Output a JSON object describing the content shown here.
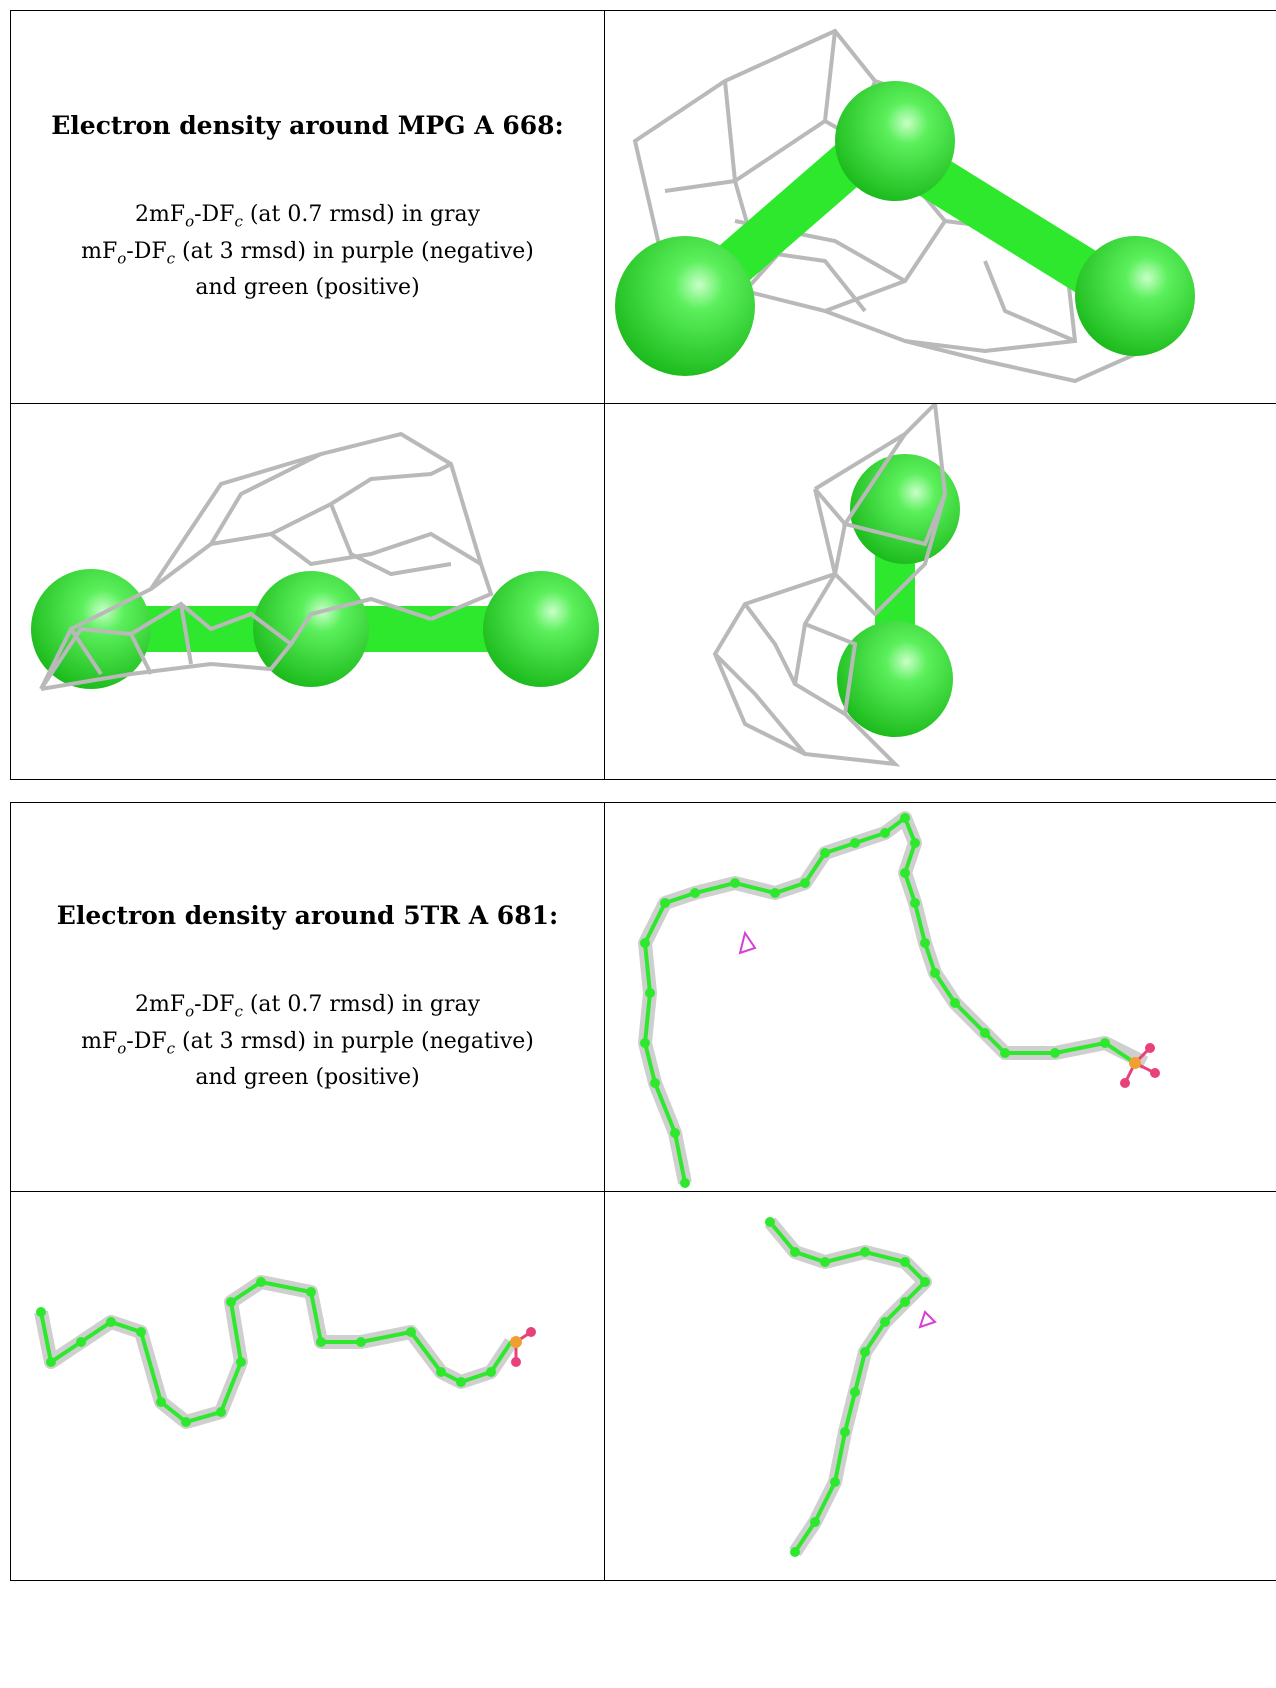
{
  "sections": [
    {
      "title": "Electron density around MPG A 668:",
      "legend": {
        "line1_pre": "2mF",
        "line1_sub1": "o",
        "line1_mid": "-DF",
        "line1_sub2": "c",
        "line1_post": " (at 0.7 rmsd) in gray",
        "line2_pre": "mF",
        "line2_sub1": "o",
        "line2_mid": "-DF",
        "line2_sub2": "c",
        "line2_post": " (at 3 rmsd) in purple (negative)",
        "line3": "and green (positive)"
      }
    },
    {
      "title": "Electron density around 5TR A 681:",
      "legend": {
        "line1_pre": "2mF",
        "line1_sub1": "o",
        "line1_mid": "-DF",
        "line1_sub2": "c",
        "line1_post": " (at 0.7 rmsd) in gray",
        "line2_pre": "mF",
        "line2_sub1": "o",
        "line2_mid": "-DF",
        "line2_sub2": "c",
        "line2_post": " (at 3 rmsd) in purple (negative)",
        "line3": "and green (positive)"
      }
    }
  ],
  "colors": {
    "atom_green": "#2ee82e",
    "mesh_gray": "#b8b8b8",
    "negative_purple": "#d63fd6",
    "phosphate_orange": "#f0a030",
    "oxygen_pink": "#e8407a"
  }
}
